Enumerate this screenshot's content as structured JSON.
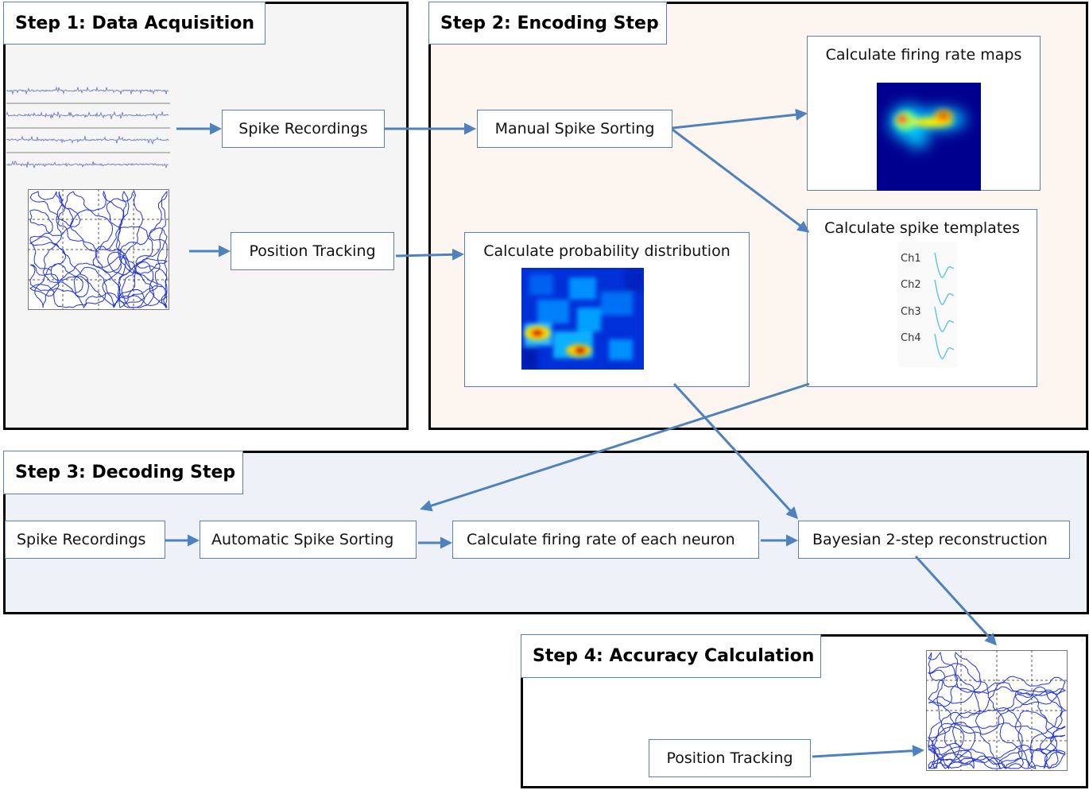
{
  "step1": {
    "title": "Step 1: Data Acquisition",
    "spike_recordings": "Spike Recordings",
    "position_tracking": "Position Tracking"
  },
  "step2": {
    "title": "Step 2: Encoding Step",
    "manual_spike_sorting": "Manual Spike Sorting",
    "firing_rate_maps": "Calculate firing rate maps",
    "spike_templates": "Calculate spike templates",
    "probability_distribution": "Calculate probability distribution",
    "channels": [
      "Ch1",
      "Ch2",
      "Ch3",
      "Ch4"
    ]
  },
  "step3": {
    "title": "Step 3: Decoding Step",
    "spike_recordings": "Spike Recordings",
    "automatic_spike_sorting": "Automatic Spike Sorting",
    "firing_rate_each_neuron": "Calculate firing rate of each neuron",
    "bayesian": "Bayesian 2-step reconstruction"
  },
  "step4": {
    "title": "Step 4: Accuracy Calculation",
    "position_tracking": "Position Tracking"
  },
  "colors": {
    "arrow": "#4f81bd",
    "box_border": "#5b7fb5",
    "panel1_bg": "#f5f5f5",
    "panel2_bg": "#fdf6f0",
    "panel3_bg": "#eef2f8",
    "trajectory": "#2233dd",
    "heatmap_bg": "#00008f"
  }
}
